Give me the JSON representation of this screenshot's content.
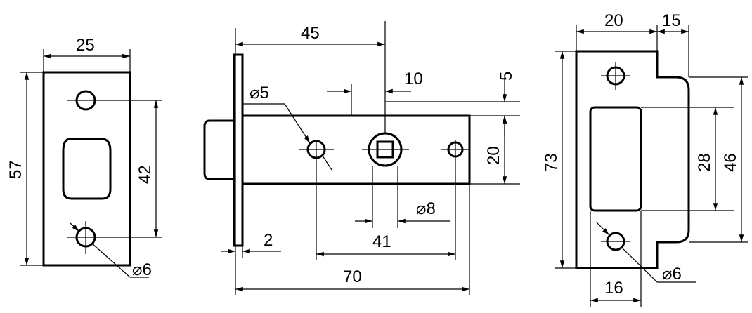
{
  "strike_plate": {
    "width": "25",
    "height": "57",
    "hole_spacing": "42",
    "hole_diameter": "⌀6"
  },
  "latch": {
    "backset": "45",
    "pin_hole_diameter": "⌀5",
    "offset": "10",
    "top_offset": "5",
    "body_height": "20",
    "spindle": "⌀8",
    "hole_spacing": "41",
    "faceplate_thickness": "2",
    "length": "70"
  },
  "keeper_plate": {
    "width": "20",
    "lip": "15",
    "height": "73",
    "slot_height": "28",
    "lip_height": "46",
    "slot_width": "16",
    "hole_diameter": "⌀6"
  }
}
